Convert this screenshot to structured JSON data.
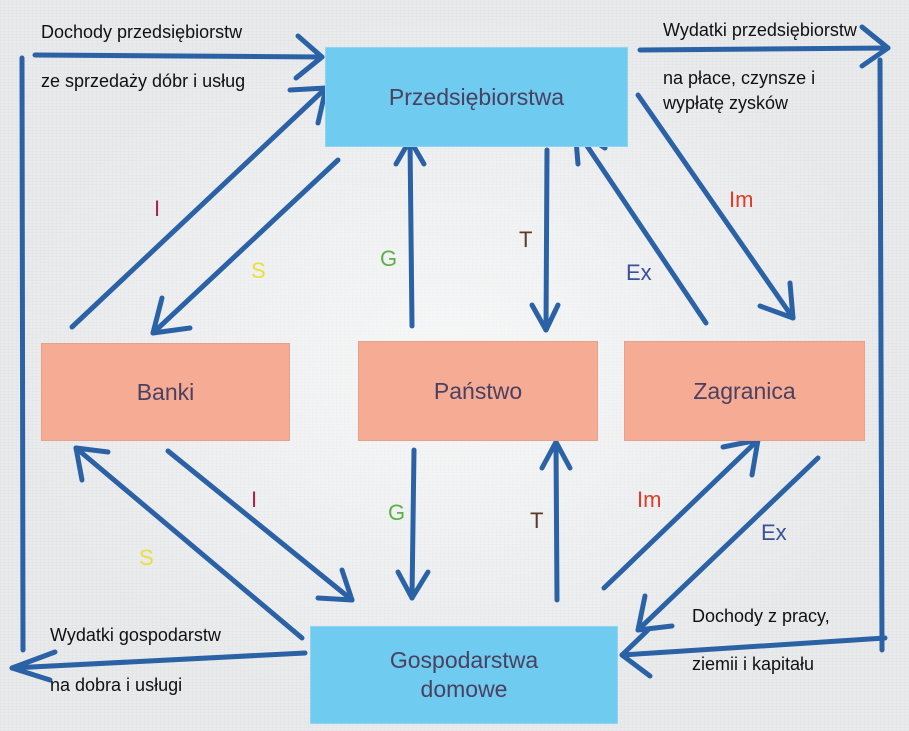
{
  "boxes": {
    "enterprises": "Przedsiębiorstwa",
    "banks": "Banki",
    "state": "Państwo",
    "foreign": "Zagranica",
    "households_line1": "Gospodarstwa",
    "households_line2": "domowe"
  },
  "flows": {
    "enterprise_income_line1": "Dochody przedsiębiorstw",
    "enterprise_income_line2": "ze sprzedaży dóbr i usług",
    "enterprise_expenses_line1": "Wydatki przedsiębiorstw",
    "enterprise_expenses_line2": "na płace, czynsze i",
    "enterprise_expenses_line3": "wypłatę zysków",
    "household_expenses_line1": "Wydatki gospodarstw",
    "household_expenses_line2": "na dobra i usługi",
    "household_income_line1": "Dochody z pracy,",
    "household_income_line2": "ziemii i kapitału"
  },
  "labels": {
    "I_top": "I",
    "S_top": "S",
    "G_top": "G",
    "T_top": "T",
    "Ex_top": "Ex",
    "Im_top": "Im",
    "I_bottom": "I",
    "S_bottom": "S",
    "G_bottom": "G",
    "T_bottom": "T",
    "Im_bottom": "Im",
    "Ex_bottom": "Ex"
  },
  "colors": {
    "arrow": "#2b62a6",
    "box_blue": "#6fcbef",
    "box_salmon": "#f6ab94",
    "I": "#a6244e",
    "S": "#e8e03a",
    "G": "#5cb048",
    "T": "#5a3a2a",
    "Ex": "#3c4f9a",
    "Im": "#e03a28"
  }
}
